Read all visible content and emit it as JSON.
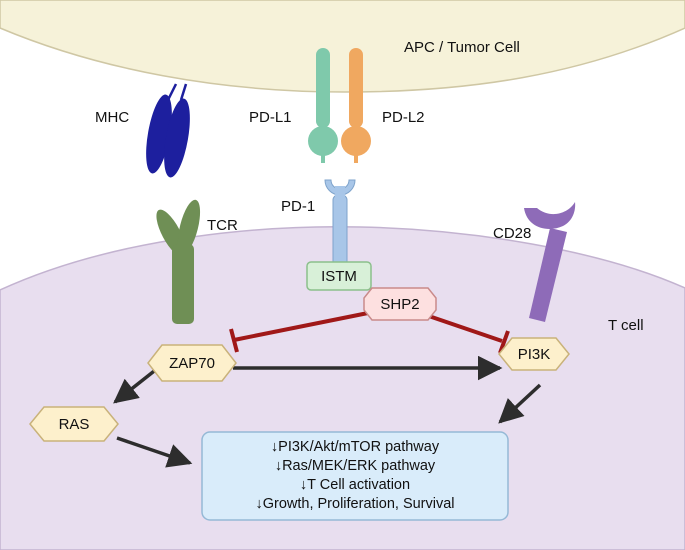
{
  "labels": {
    "apc": "APC / Tumor Cell",
    "mhc": "MHC",
    "pdl1": "PD-L1",
    "pdl2": "PD-L2",
    "tcr": "TCR",
    "pd1": "PD-1",
    "cd28": "CD28",
    "tcell": "T cell"
  },
  "nodes": {
    "istm": "ISTM",
    "shp2": "SHP2",
    "zap70": "ZAP70",
    "pi3k": "PI3K",
    "ras": "RAS"
  },
  "outcomes": [
    "↓PI3K/Akt/mTOR pathway",
    "↓Ras/MEK/ERK pathway",
    "↓T Cell activation",
    "↓Growth, Proliferation, Survival"
  ],
  "colors": {
    "apc_fill": "#f6f2d9",
    "tcell_fill": "#e8deef",
    "mhc": "#1d1f9e",
    "pdl1": "#7fc9ab",
    "pdl2": "#f0a860",
    "pd1": "#a8c6e8",
    "tcr": "#6f8f55",
    "cd28": "#8e6bb8",
    "hex_fill": "#fdf0cc",
    "istm_fill": "#d8f0d8",
    "shp2_fill": "#fde0e0",
    "inhibit": "#a01818",
    "outcome_fill": "#d9ecfa"
  }
}
